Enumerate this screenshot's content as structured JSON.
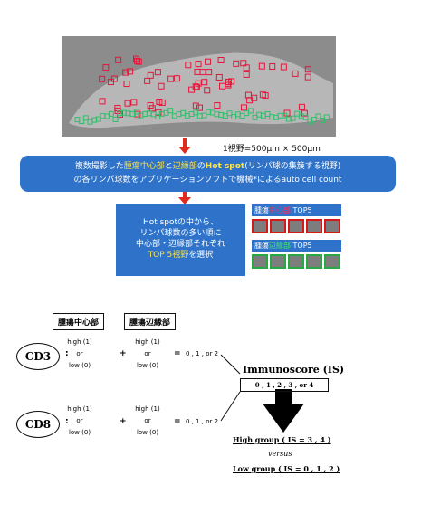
{
  "top": {
    "scale_caption": "1視野=500μm × 500μm",
    "summary": {
      "line1_a": "複数撮影した",
      "line1_center": "腫瘍中心部",
      "line1_b": "と",
      "line1_margin": "辺縁部",
      "line1_c": "の",
      "line1_hotspot": "Hot spot",
      "line1_d": "(リンパ球の集簇する視野)",
      "line2": "の各リンパ球数をアプリケーションソフトで機械*によるauto cell count"
    },
    "select_box": {
      "line1": "Hot spotの中から、",
      "line2": "リンパ球数の多い順に",
      "line3": "中心部・辺縁部それぞれ",
      "line4_highlight": "TOP 5視野",
      "line4_rest": "を選択"
    },
    "top5_center": {
      "prefix": "腫瘍",
      "highlight": "中心部",
      "suffix": " TOP5"
    },
    "top5_margin": {
      "prefix": "腫瘍",
      "highlight": "辺縁部",
      "suffix": " TOP5"
    }
  },
  "score": {
    "header_center": "腫瘍中心部",
    "header_margin": "腫瘍辺縁部",
    "rows": [
      {
        "marker": "CD3",
        "colon": ":",
        "center": [
          "high (1)",
          "or",
          "low (0)"
        ],
        "plus": "+",
        "margin": [
          "high (1)",
          "or",
          "low (0)"
        ],
        "equals": "=",
        "result": "0 , 1 , or 2"
      },
      {
        "marker": "CD8",
        "colon": ":",
        "center": [
          "high (1)",
          "or",
          "low (0)"
        ],
        "plus": "+",
        "margin": [
          "high (1)",
          "or",
          "low (0)"
        ],
        "equals": "=",
        "result": "0 , 1 , or 2"
      }
    ],
    "immunoscore_title": "Immunoscore (IS)",
    "immunoscore_values": "0 , 1 , 2 , 3 , or 4",
    "high_group": "High group ( IS = 3 , 4 )",
    "versus": "versus",
    "low_group": "Low group ( IS = 0 , 1 , 2 )"
  },
  "colors": {
    "blue_box": "#2e73c9",
    "red_arrow": "#e02b21",
    "center_border": "#d21a1a",
    "margin_border": "#28a745"
  }
}
